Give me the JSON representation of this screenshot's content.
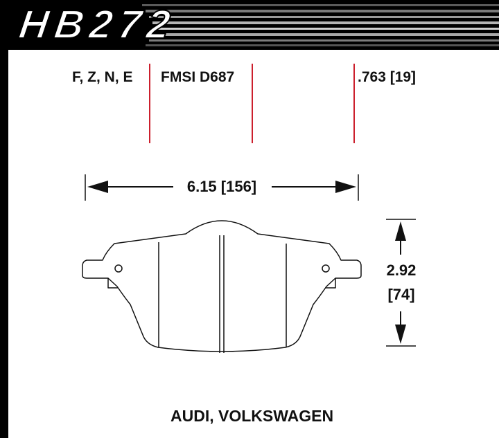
{
  "title": "HB272",
  "specs": {
    "compounds": "F, Z, N, E",
    "fmsi": "FMSI D687",
    "thickness": ".763 [19]"
  },
  "dimensions": {
    "width": "6.15 [156]",
    "height_line1": "2.92",
    "height_line2": "[74]"
  },
  "vehicles": "AUDI, VOLKSWAGEN",
  "colors": {
    "header": "#000000",
    "divider": "#cc1f2d",
    "outline": "#111111"
  }
}
